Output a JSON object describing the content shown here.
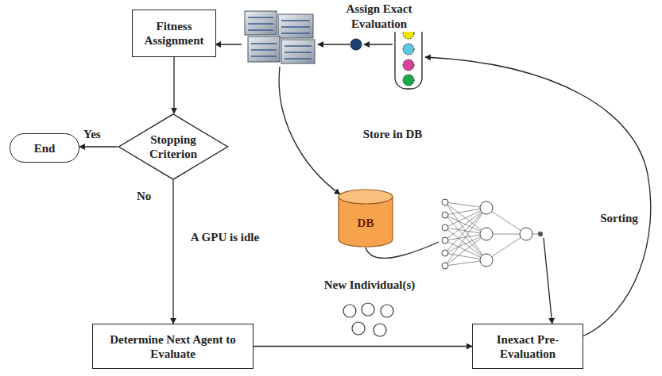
{
  "diagram": {
    "nodes": [
      {
        "text": [
          "Fitness Assignment"
        ]
      },
      {
        "text": [
          "Stopping Criterion"
        ]
      },
      {
        "text": [
          "End"
        ]
      },
      {
        "text": [
          "Determine Next Agent to Evaluate"
        ]
      },
      {
        "text": [
          "Inexact Pre-Evaluation"
        ]
      },
      {
        "text": [
          "DB"
        ]
      }
    ],
    "edges": [
      {
        "from": 0,
        "to": 1,
        "arrow": "to"
      },
      {
        "from": 1,
        "to": 2,
        "label": "Yes",
        "arrow": "to"
      },
      {
        "from": 1,
        "to": 3,
        "label": "No",
        "arrow": "to"
      },
      {
        "from": 3,
        "to": 4,
        "arrow": "to"
      },
      {
        "from": 5,
        "to": 4,
        "arrow": "to"
      }
    ],
    "labels": [
      "Assign Exact Evaluation",
      "Store in DB",
      "Sorting",
      "A GPU is idle",
      "New Individual(s)"
    ]
  }
}
